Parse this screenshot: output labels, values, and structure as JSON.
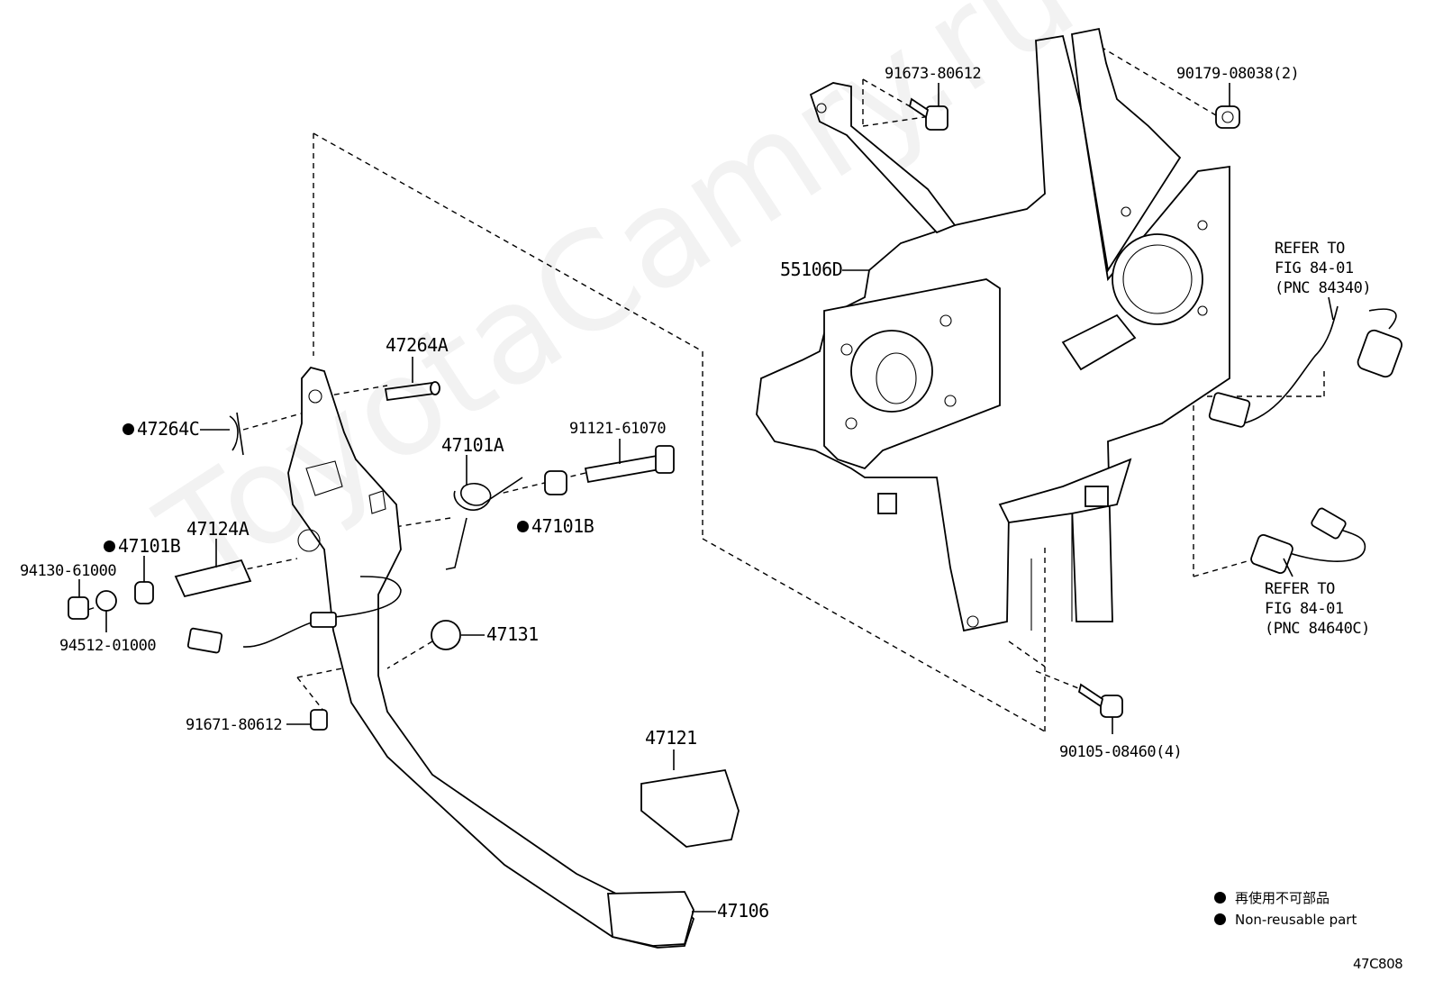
{
  "watermark": "ToyotaCamry.ru",
  "callouts": {
    "p91673": "91673-80612",
    "p90179": "90179-08038(2)",
    "p55106D": "55106D",
    "refer1_line1": "REFER TO",
    "refer1_line2": "FIG 84-01",
    "refer1_line3": "(PNC 84340)",
    "p47264A": "47264A",
    "p47264C": "47264C",
    "p91121": "91121-61070",
    "p47101A": "47101A",
    "p47101B_right": "47101B",
    "p47124A": "47124A",
    "p47101B_left": "47101B",
    "p94130": "94130-61000",
    "p94512": "94512-01000",
    "p47131": "47131",
    "p91671": "91671-80612",
    "refer2_line1": "REFER TO",
    "refer2_line2": "FIG 84-01",
    "refer2_line3": "(PNC 84640C)",
    "p90105": "90105-08460(4)",
    "p47121": "47121",
    "p47106": "47106"
  },
  "legend": {
    "jp": "再使用不可部品",
    "en": "Non-reusable part"
  },
  "figure_code": "47C808",
  "icons": {
    "non_reusable_marker": "filled-circle-icon"
  }
}
